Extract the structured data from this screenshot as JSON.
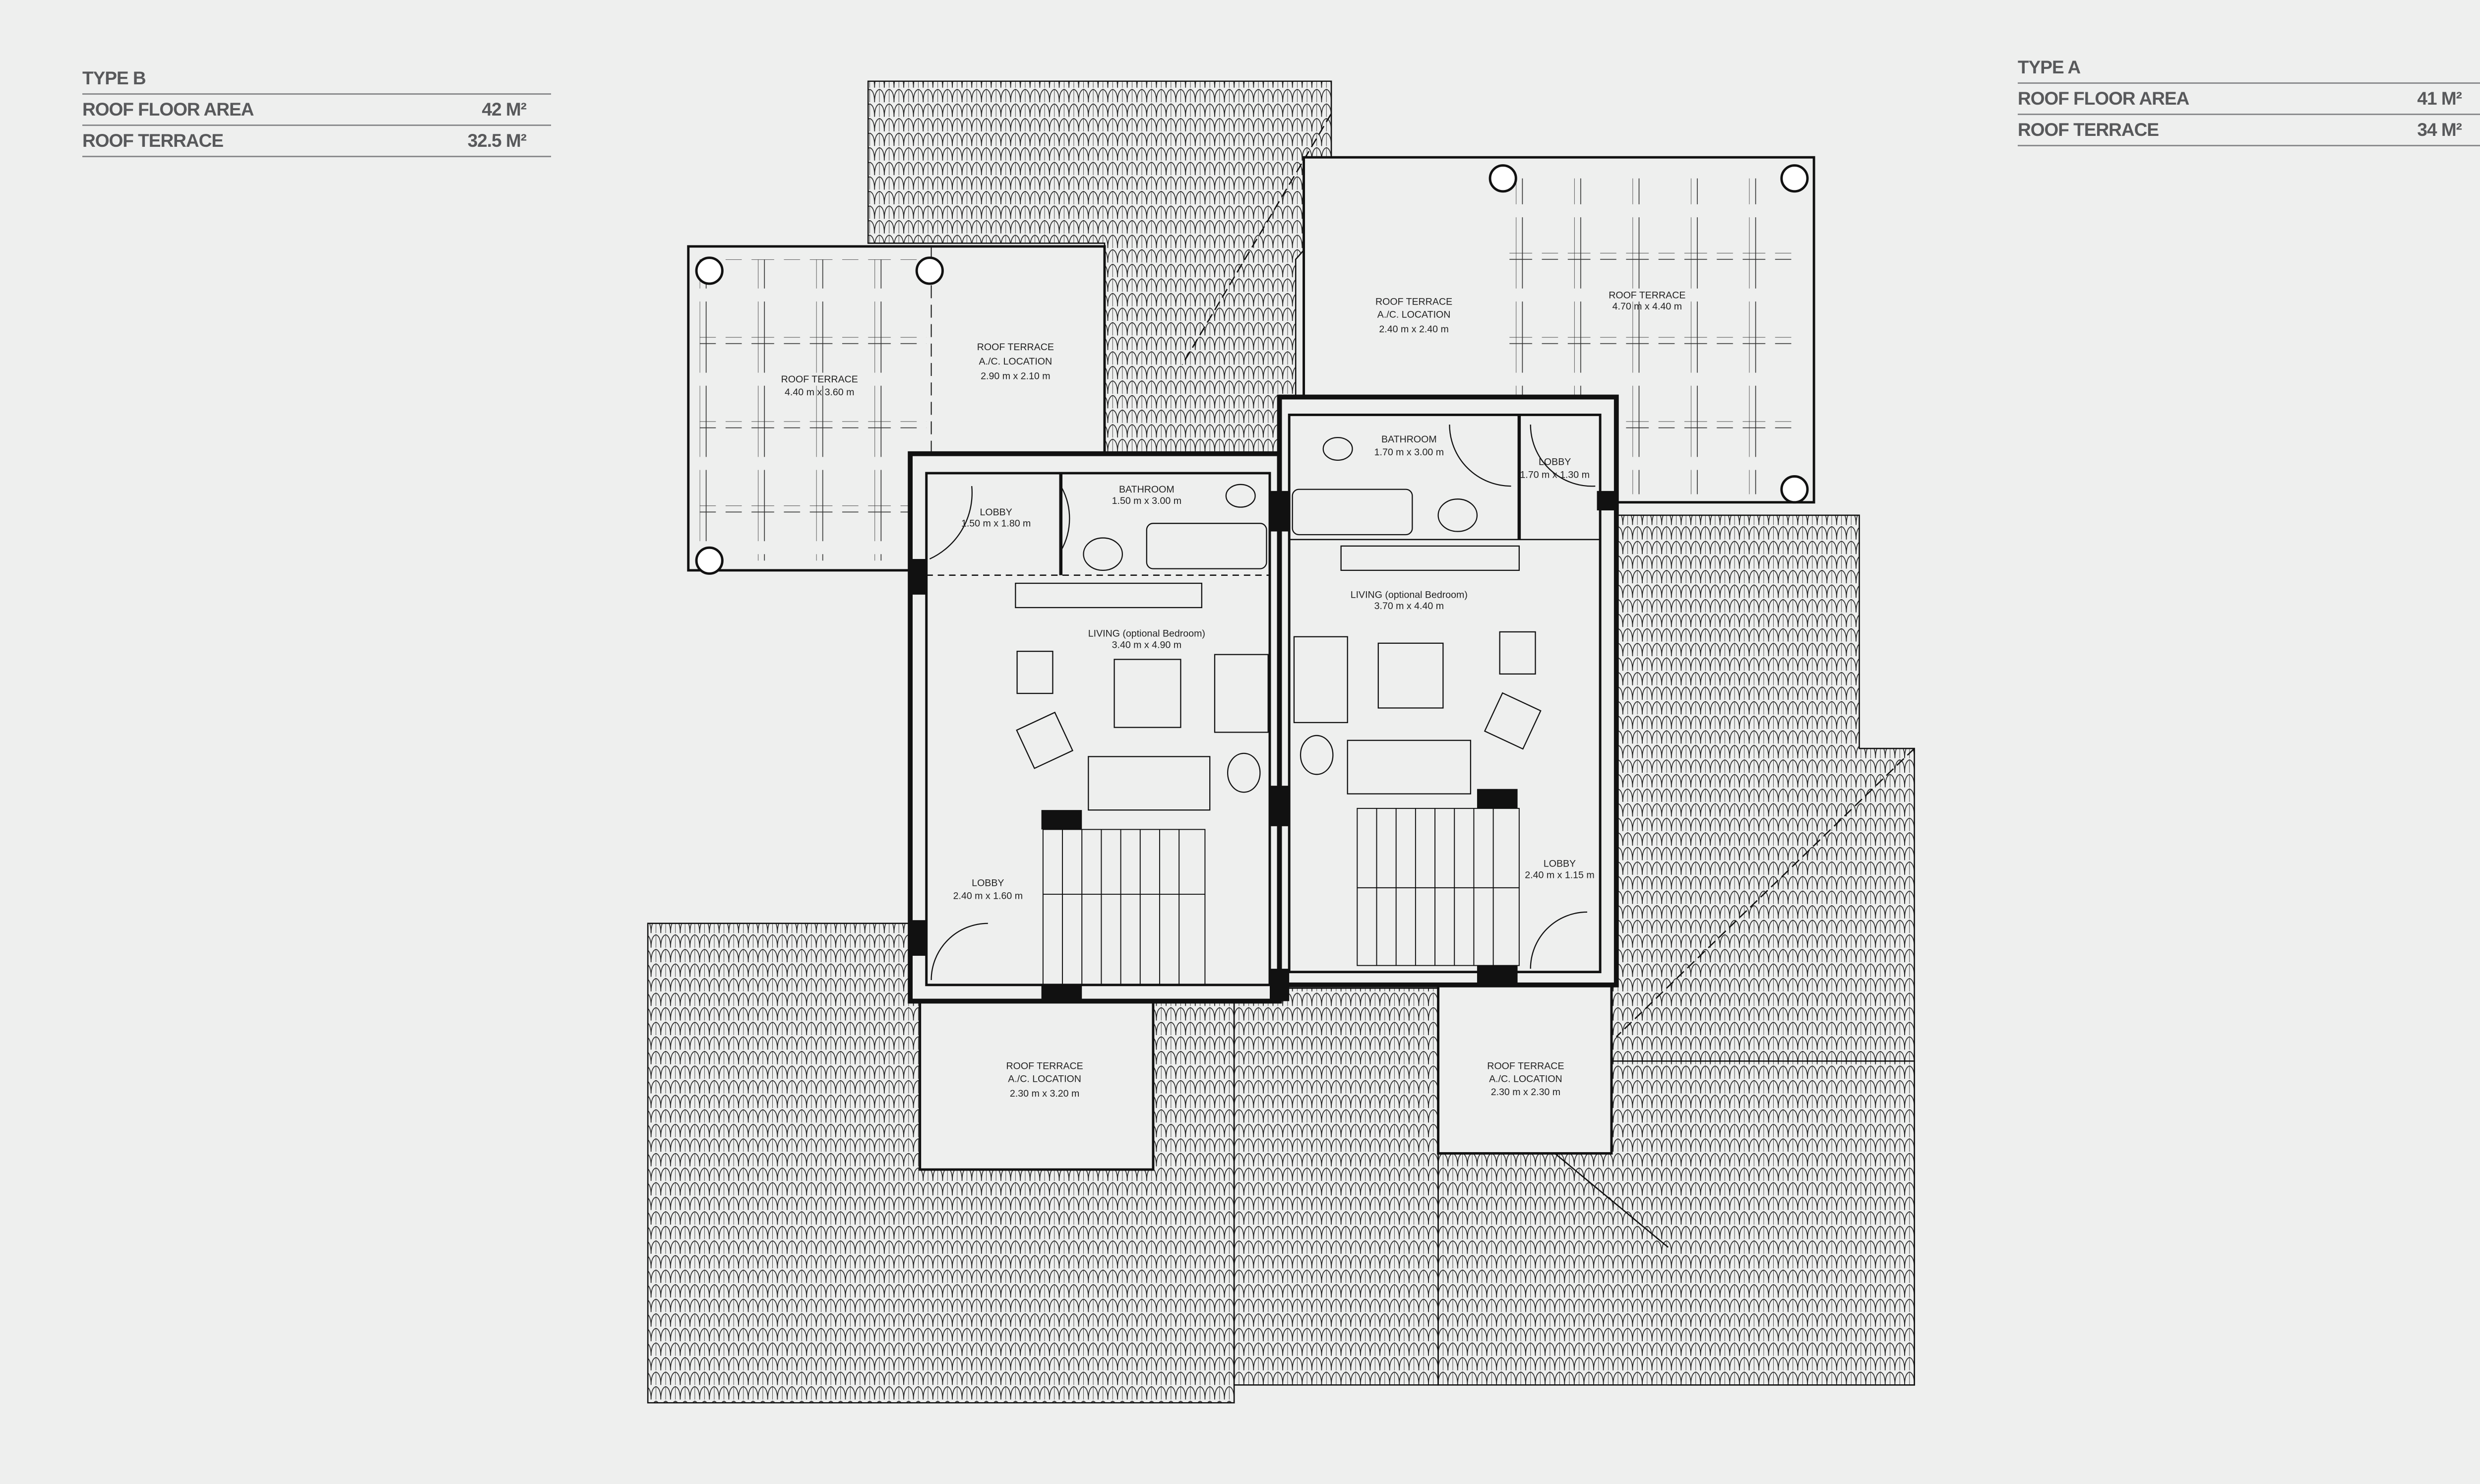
{
  "type_b": {
    "title": "TYPE B",
    "rows": [
      {
        "label": "ROOF FLOOR AREA",
        "value": "42 M²"
      },
      {
        "label": "ROOF TERRACE",
        "value": "32.5 M²"
      }
    ]
  },
  "type_a": {
    "title": "TYPE A",
    "rows": [
      {
        "label": "ROOF FLOOR AREA",
        "value": "41 M²"
      },
      {
        "label": "ROOF TERRACE",
        "value": "34 M²"
      }
    ]
  },
  "rooms": {
    "b_terrace": {
      "name": "ROOF TERRACE",
      "size": "4.40 m x 3.60 m"
    },
    "b_ac": {
      "name": "ROOF TERRACE",
      "sub": "A./C. LOCATION",
      "size": "2.90 m x 2.10 m"
    },
    "b_lobby_top": {
      "name": "LOBBY",
      "size": "1.50 m x 1.80 m"
    },
    "b_bathroom": {
      "name": "BATHROOM",
      "size": "1.50 m x 3.00 m"
    },
    "b_living": {
      "name": "LIVING (optional Bedroom)",
      "size": "3.40 m x 4.90 m"
    },
    "b_lobby": {
      "name": "LOBBY",
      "size": "2.40 m x 1.60 m"
    },
    "b_ac_bottom": {
      "name": "ROOF TERRACE",
      "sub": "A./C. LOCATION",
      "size": "2.30 m x 3.20 m"
    },
    "a_ac": {
      "name": "ROOF TERRACE",
      "sub": "A./C. LOCATION",
      "size": "2.40 m x 2.40 m"
    },
    "a_terrace": {
      "name": "ROOF TERRACE",
      "size": "4.70 m x 4.40 m"
    },
    "a_bathroom": {
      "name": "BATHROOM",
      "size": "1.70 m x 3.00 m"
    },
    "a_lobby_top": {
      "name": "LOBBY",
      "size": "1.70 m x 1.30 m"
    },
    "a_living": {
      "name": "LIVING (optional Bedroom)",
      "size": "3.70 m x 4.40 m"
    },
    "a_lobby": {
      "name": "LOBBY",
      "size": "2.40 m x 1.15 m"
    },
    "a_ac_bottom": {
      "name": "ROOF TERRACE",
      "sub": "A./C. LOCATION",
      "size": "2.30 m x 2.30 m"
    }
  },
  "colors": {
    "background": "#eeefee",
    "line": "#111111",
    "text": "#58595b"
  }
}
